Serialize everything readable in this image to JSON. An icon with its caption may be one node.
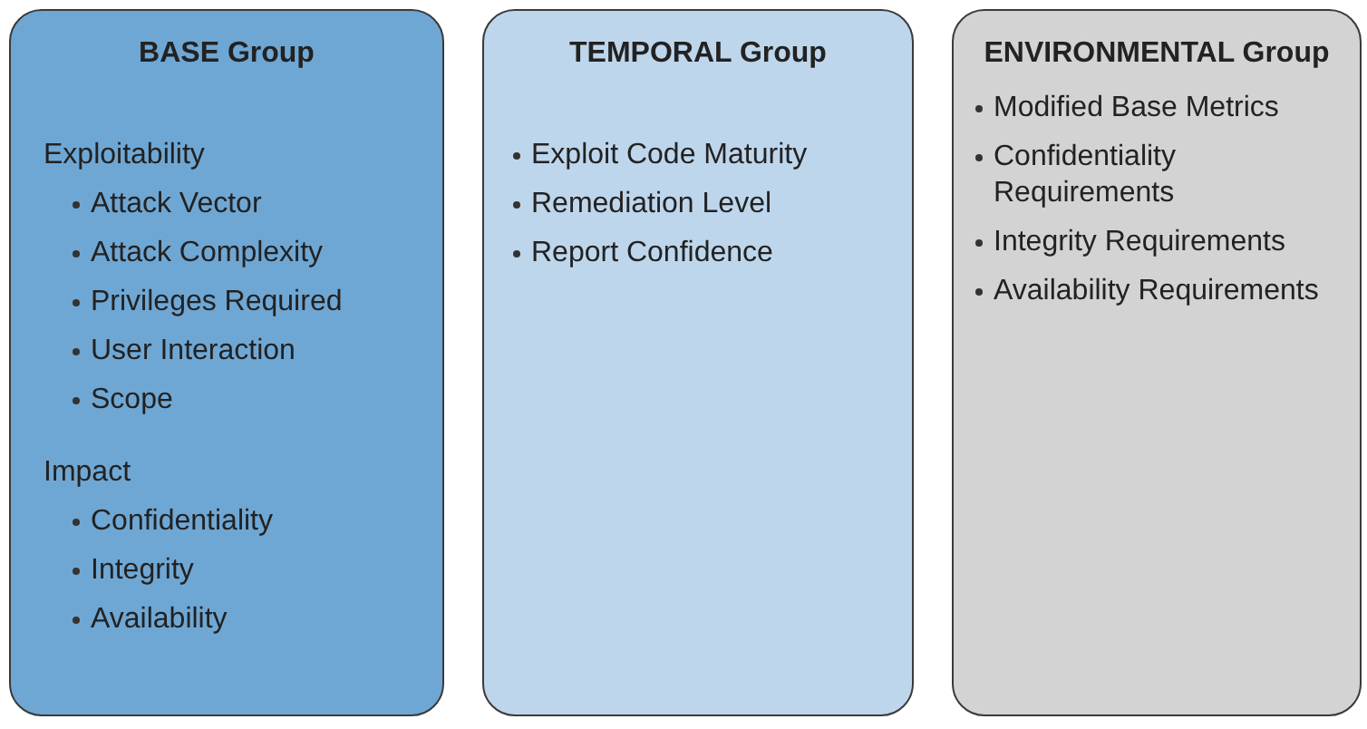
{
  "diagram": {
    "nodes": [
      {
        "text": [
          "BASE Group",
          "Exploitability",
          "Attack Vector",
          "Attack Complexity",
          "Privileges Required",
          "User Interaction",
          "Scope",
          "Impact",
          "Confidentiality",
          "Integrity",
          "Availability"
        ]
      },
      {
        "text": [
          "TEMPORAL Group",
          "Exploit Code Maturity",
          "Remediation Level",
          "Report Confidence"
        ]
      },
      {
        "text": [
          "ENVIRONMENTAL Group",
          "Modified Base Metrics",
          "Confidentiality Requirements",
          "Integrity Requirements",
          "Availability Requirements"
        ]
      }
    ]
  }
}
